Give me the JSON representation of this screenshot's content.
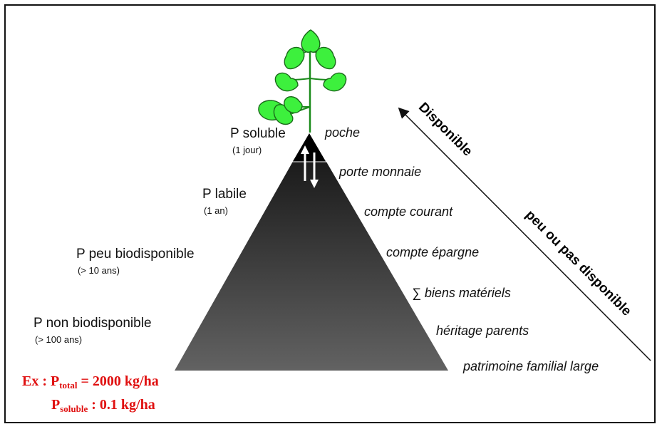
{
  "pools": [
    {
      "name": "P soluble",
      "time": "(1 jour)"
    },
    {
      "name": "P labile",
      "time": "(1 an)"
    },
    {
      "name": "P peu biodisponible",
      "time": "(> 10 ans)"
    },
    {
      "name": "P non biodisponible",
      "time": "(> 100 ans)"
    }
  ],
  "analogies": [
    "poche",
    "porte monnaie",
    "compte courant",
    "compte épargne",
    "∑ biens matériels",
    "héritage parents",
    "patrimoine familial large"
  ],
  "availability": {
    "high": "Disponible",
    "low": "peu ou pas disponible"
  },
  "example": {
    "prefix": "Ex : ",
    "total_p": "P",
    "total_sub": "total",
    "total_value": " = 2000 kg/ha",
    "soluble_p": "P",
    "soluble_sub": "soluble",
    "soluble_value": " :  0.1 kg/ha"
  },
  "colors": {
    "leaf": "#33ee33",
    "leaf_stroke": "#1a6a1a",
    "triangle_top": "#111111",
    "triangle_bottom": "#606060",
    "example_text": "#e01010"
  }
}
